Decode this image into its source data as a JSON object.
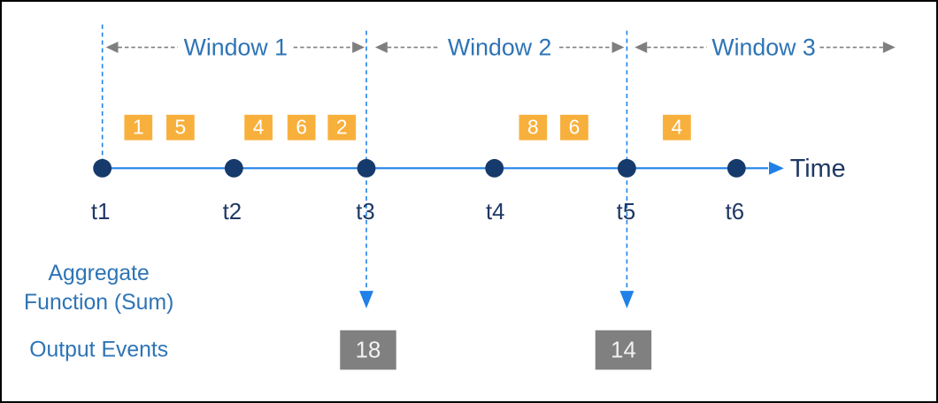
{
  "colors": {
    "timeline_blue": "#2080E8",
    "text_navy": "#1F3864",
    "dot_navy": "#163A6B",
    "label_blue": "#2E74B5",
    "arrow_gray": "#7F7F7F",
    "event_orange": "#F8B03C",
    "output_gray": "#808080"
  },
  "windows": [
    {
      "label": "Window 1"
    },
    {
      "label": "Window 2"
    },
    {
      "label": "Window 3"
    }
  ],
  "timeline": {
    "axis_label": "Time",
    "ticks": [
      {
        "label": "t1"
      },
      {
        "label": "t2"
      },
      {
        "label": "t3"
      },
      {
        "label": "t4"
      },
      {
        "label": "t5"
      },
      {
        "label": "t6"
      }
    ]
  },
  "events": [
    {
      "value": "1",
      "window": "Window 1"
    },
    {
      "value": "5",
      "window": "Window 1"
    },
    {
      "value": "4",
      "window": "Window 1"
    },
    {
      "value": "6",
      "window": "Window 1"
    },
    {
      "value": "2",
      "window": "Window 1"
    },
    {
      "value": "8",
      "window": "Window 2"
    },
    {
      "value": "6",
      "window": "Window 2"
    },
    {
      "value": "4",
      "window": "Window 3"
    }
  ],
  "labels": {
    "aggregate_line1": "Aggregate",
    "aggregate_line2": "Function (Sum)",
    "output_events": "Output Events"
  },
  "outputs": [
    {
      "value": "18",
      "at_tick": "t3"
    },
    {
      "value": "14",
      "at_tick": "t5"
    }
  ]
}
